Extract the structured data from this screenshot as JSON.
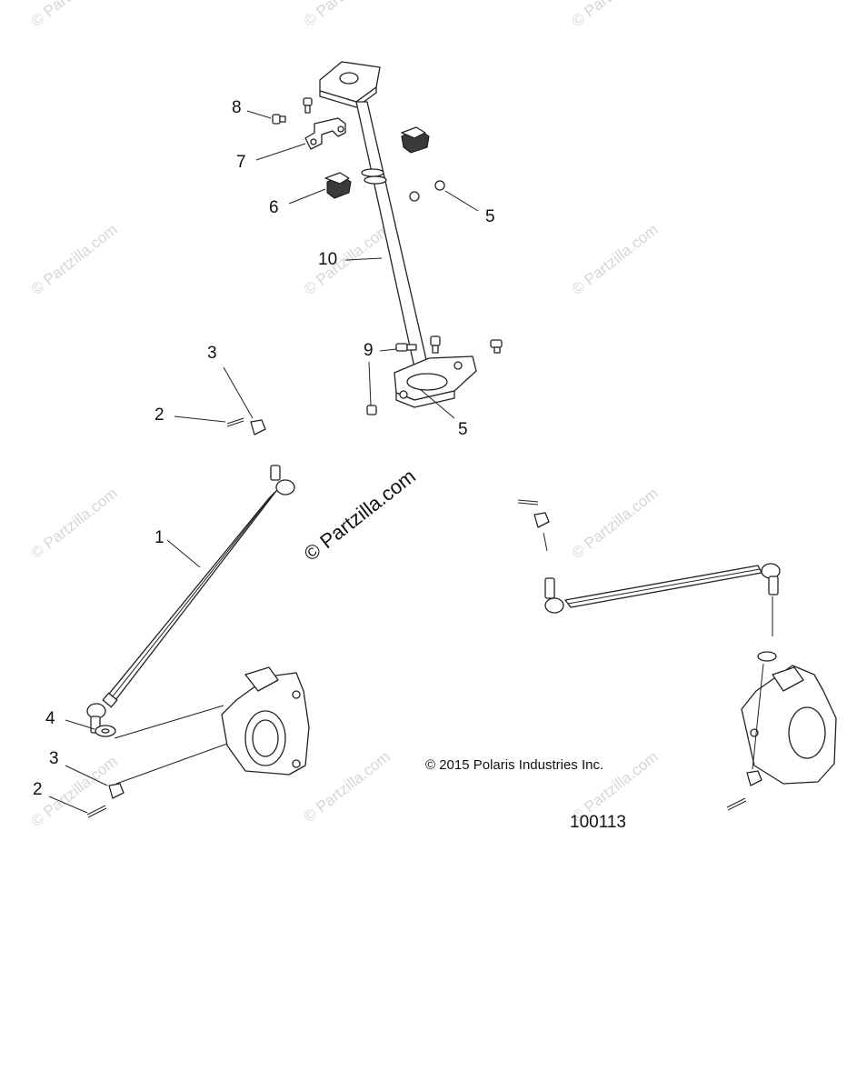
{
  "watermark": "© Partzilla.com",
  "center_watermark": "© Partzilla.com",
  "copyright": "© 2015 Polaris Industries Inc.",
  "diagram_id": "100113",
  "callouts": {
    "c1": "1",
    "c2a": "2",
    "c2b": "2",
    "c3a": "3",
    "c3b": "3",
    "c4": "4",
    "c5a": "5",
    "c5b": "5",
    "c6": "6",
    "c7": "7",
    "c8": "8",
    "c9": "9",
    "c10": "10"
  }
}
